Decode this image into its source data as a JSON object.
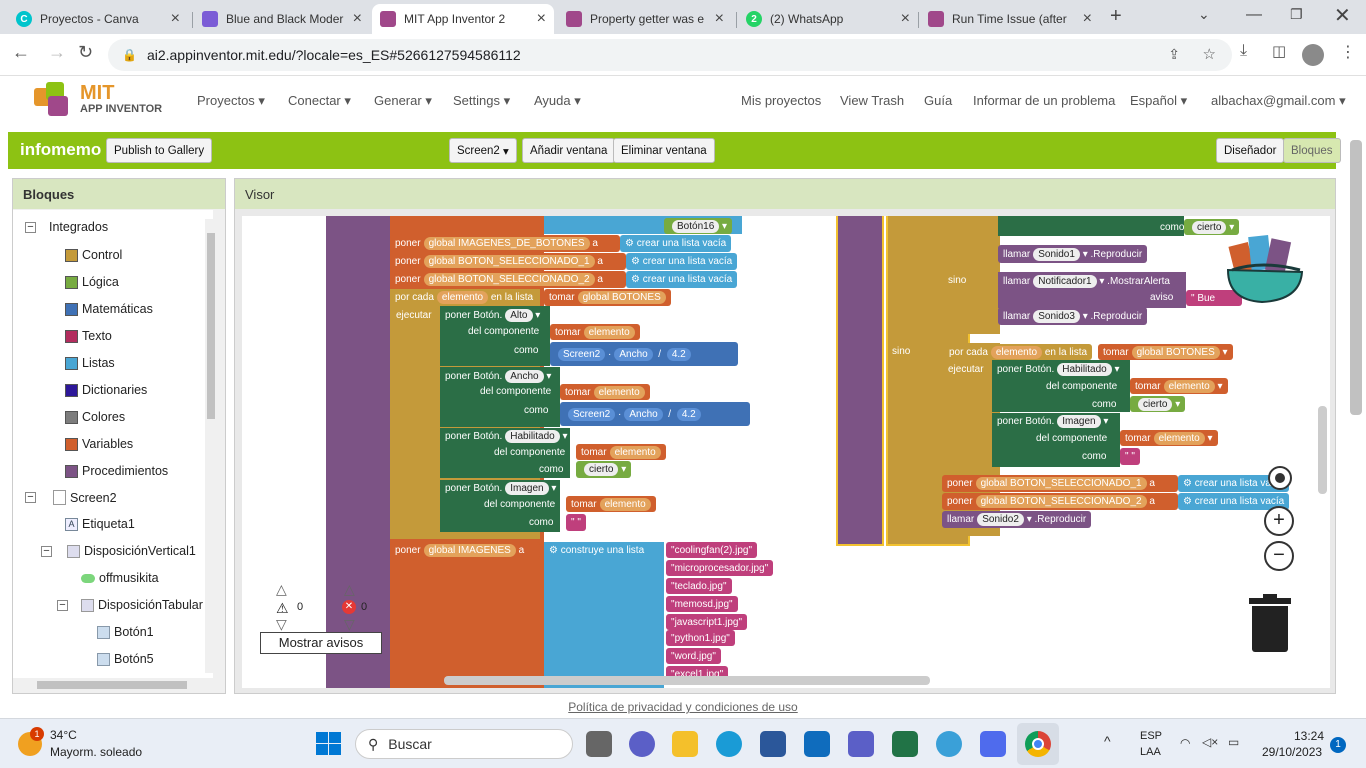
{
  "tabs": [
    {
      "title": "Proyectos - Canva",
      "icon": "canva-icon",
      "color": "#00c4cc"
    },
    {
      "title": "Blue and Black Moder",
      "icon": "site-icon",
      "color": "#7b5cd6"
    },
    {
      "title": "MIT App Inventor 2",
      "icon": "appinventor-icon",
      "color": "#a0488a"
    },
    {
      "title": "Property getter was e",
      "icon": "appinventor-icon",
      "color": "#a0488a"
    },
    {
      "title": "(2) WhatsApp",
      "icon": "whatsapp-icon",
      "color": "#25d366",
      "badge": "2"
    },
    {
      "title": "Run Time Issue (after",
      "icon": "appinventor-icon",
      "color": "#a0488a"
    }
  ],
  "address": {
    "url": "ai2.appinventor.mit.edu/?locale=es_ES#5266127594586112"
  },
  "header": {
    "logo_line1": "MIT",
    "logo_line2": "APP INVENTOR",
    "menus": [
      "Proyectos",
      "Conectar",
      "Generar",
      "Settings",
      "Ayuda"
    ],
    "links": [
      "Mis proyectos",
      "View Trash",
      "Guía",
      "Informar de un problema"
    ],
    "language": "Español",
    "user": "albachax@gmail.com"
  },
  "toolbar": {
    "project": "infomemo",
    "publish": "Publish to Gallery",
    "screen": "Screen2",
    "add_screen": "Añadir ventana",
    "remove_screen": "Eliminar ventana",
    "designer": "Diseñador",
    "blocks": "Bloques"
  },
  "bloques": {
    "title": "Bloques",
    "items": [
      {
        "label": "Integrados",
        "kind": "group"
      },
      {
        "label": "Control",
        "color": "#c49a3a"
      },
      {
        "label": "Lógica",
        "color": "#77ab41"
      },
      {
        "label": "Matemáticas",
        "color": "#3f71b5"
      },
      {
        "label": "Texto",
        "color": "#b32d5e"
      },
      {
        "label": "Listas",
        "color": "#49a6d4"
      },
      {
        "label": "Dictionaries",
        "color": "#2d1799"
      },
      {
        "label": "Colores",
        "color": "#7d7d7d"
      },
      {
        "label": "Variables",
        "color": "#d05f2d"
      },
      {
        "label": "Procedimientos",
        "color": "#7c5385"
      },
      {
        "label": "Screen2",
        "kind": "component"
      },
      {
        "label": "Etiqueta1",
        "kind": "component"
      },
      {
        "label": "DisposiciónVertical1",
        "kind": "component"
      },
      {
        "label": "offmusikita",
        "kind": "component"
      },
      {
        "label": "DisposiciónTabular",
        "kind": "component"
      },
      {
        "label": "Botón1",
        "kind": "component"
      },
      {
        "label": "Botón5",
        "kind": "component"
      }
    ]
  },
  "visor": {
    "title": "Visor",
    "warnings_count": "0",
    "errors_count": "0",
    "show_warnings": "Mostrar avisos"
  },
  "blocks": {
    "b_boton16": "Botón16",
    "b_set1": "poner",
    "b_set1_var": "global IMAGENES_DE_BOTONES",
    "b_set1_a": "a",
    "b_set1_val": "crear una lista vacía",
    "b_set2": "poner",
    "b_set2_var": "global BOTON_SELECCIONADO_1",
    "b_set2_a": "a",
    "b_set2_val": "crear una lista vacía",
    "b_set3": "poner",
    "b_set3_var": "global BOTON_SELECCIONADO_2",
    "b_set3_a": "a",
    "b_set3_val": "crear una lista vacía",
    "b_foreach": "por cada",
    "b_foreach_item": "elemento",
    "b_foreach_in": "en la lista",
    "b_foreach_get": "tomar",
    "b_foreach_list": "global BOTONES",
    "b_ejecutar": "ejecutar",
    "b_alto": "Alto",
    "b_ancho": "Ancho",
    "b_hab": "Habilitado",
    "b_img": "Imagen",
    "b_poner_boton": "poner Botón.",
    "b_del_comp": "del componente",
    "b_como": "como",
    "b_tomar": "tomar",
    "b_elemento": "elemento",
    "b_screen2": "Screen2",
    "b_ancho2": "Ancho",
    "b_div": "/",
    "b_num": "4.2",
    "b_cierto": "cierto",
    "b_empty": "\" \"",
    "b_set_imgs": "poner",
    "b_imgs_var": "global IMAGENES",
    "b_imgs_a": "a",
    "b_imgs_make": "construye una lista",
    "images": [
      "coolingfan(2).jpg",
      "microprocesador.jpg",
      "teclado.jpg",
      "memosd.jpg",
      "javascript1.jpg",
      "python1.jpg",
      "word.jpg",
      "excel1.jpg"
    ],
    "r_como": "como",
    "r_cierto": "cierto",
    "r_llamar": "llamar",
    "r_sonido1": "Sonido1",
    "r_reproducir": ".Reproducir",
    "r_sino": "sino",
    "r_notif": "Notificador1",
    "r_alerta": ".MostrarAlerta",
    "r_aviso": "aviso",
    "r_bue": "\" Bue",
    "r_sonido3": "Sonido3",
    "r_sino2": "sino",
    "r_porcada": "por cada",
    "r_elemento": "elemento",
    "r_enlalista": "en la lista",
    "r_tomar": "tomar",
    "r_botones": "global BOTONES",
    "r_ejecutar": "ejecutar",
    "r_poner_boton": "poner Botón.",
    "r_hab": "Habilitado",
    "r_img": "Imagen",
    "r_delcomp": "del componente",
    "r_set1": "poner",
    "r_set1_var": "global BOTON_SELECCIONADO_1",
    "r_set1_a": "a",
    "r_set1_val": "crear una lista vacía",
    "r_set2": "poner",
    "r_set2_var": "global BOTON_SELECCIONADO_2",
    "r_set2_a": "a",
    "r_set2_val": "crear una lista vacía",
    "r_sonido2": "Sonido2"
  },
  "footer": {
    "policy": "Política de privacidad y condiciones de uso"
  },
  "taskbar": {
    "weather_temp": "34°C",
    "weather_desc": "Mayorm. soleado",
    "weather_badge": "1",
    "search_placeholder": "Buscar",
    "lang1": "ESP",
    "lang2": "LAA",
    "time": "13:24",
    "date": "29/10/2023",
    "notif": "1"
  }
}
